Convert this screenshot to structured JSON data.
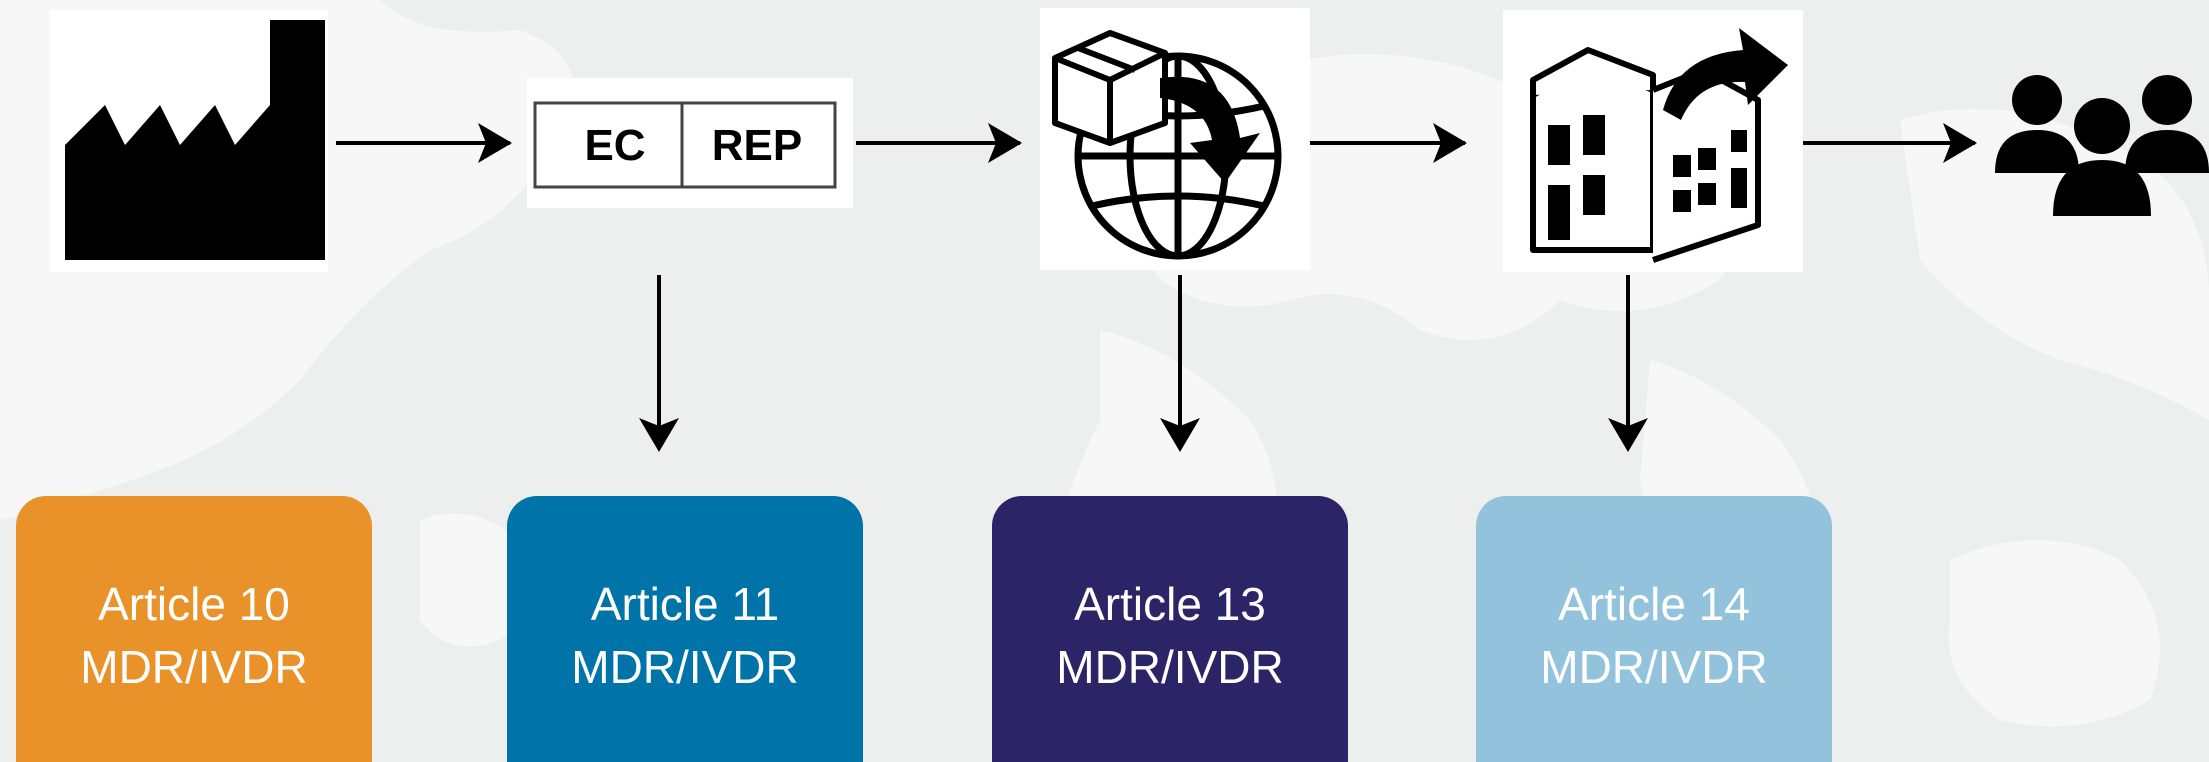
{
  "flow": {
    "nodes": [
      {
        "name": "manufacturer",
        "icon": "factory-icon"
      },
      {
        "name": "authorised-representative",
        "icon": "ec-rep-icon",
        "ec": "EC",
        "rep": "REP"
      },
      {
        "name": "importer",
        "icon": "globe-package-icon"
      },
      {
        "name": "distributor",
        "icon": "building-arrow-icon"
      },
      {
        "name": "users",
        "icon": "people-group-icon"
      }
    ]
  },
  "articles": [
    {
      "line1": "Article 10",
      "line2": "MDR/IVDR",
      "color": "#e99229"
    },
    {
      "line1": "Article 11",
      "line2": "MDR/IVDR",
      "color": "#0073a8"
    },
    {
      "line1": "Article 13",
      "line2": "MDR/IVDR",
      "color": "#2b2467"
    },
    {
      "line1": "Article 14",
      "line2": "MDR/IVDR",
      "color": "#92c2dc"
    }
  ],
  "colors": {
    "background": "#edeeee",
    "map": "#f6f6f6",
    "stroke": "#000000"
  }
}
